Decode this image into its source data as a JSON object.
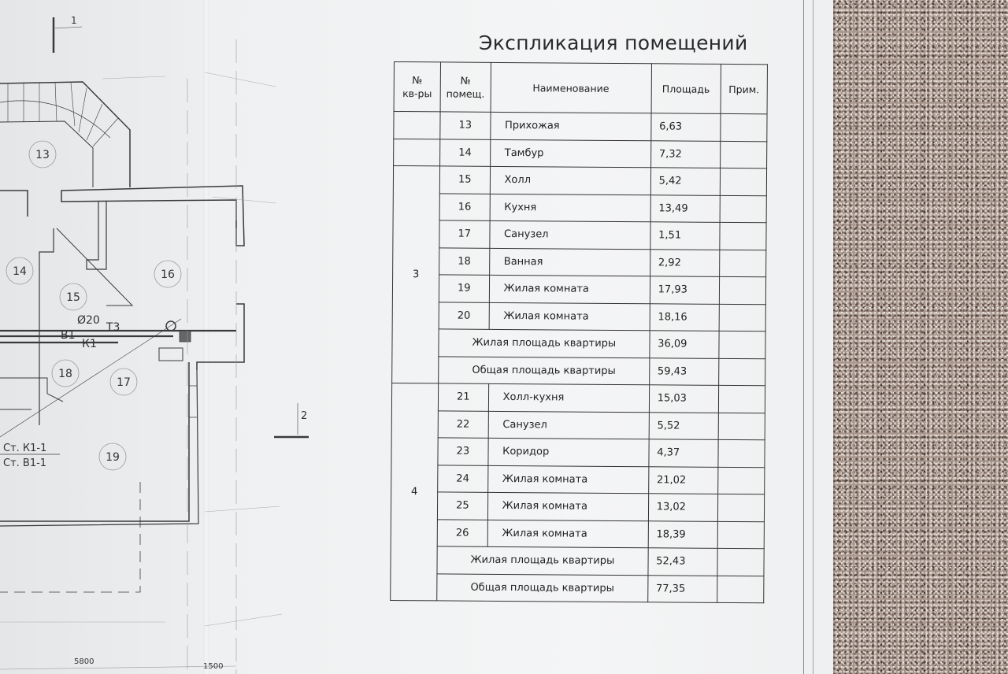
{
  "title": "Экспликация помещений",
  "table": {
    "headers": {
      "apt_line1": "№",
      "apt_line2": "кв-ры",
      "room_line1": "№",
      "room_line2": "помещ.",
      "name": "Наименование",
      "area": "Площадь",
      "note": "Прим."
    },
    "pre_rows": [
      {
        "no": "13",
        "name": "Прихожая",
        "area": "6,63"
      },
      {
        "no": "14",
        "name": "Тамбур",
        "area": "7,32"
      }
    ],
    "apartments": [
      {
        "number": "3",
        "rooms": [
          {
            "no": "15",
            "name": "Холл",
            "area": "5,42"
          },
          {
            "no": "16",
            "name": "Кухня",
            "area": "13,49"
          },
          {
            "no": "17",
            "name": "Санузел",
            "area": "1,51"
          },
          {
            "no": "18",
            "name": "Ванная",
            "area": "2,92"
          },
          {
            "no": "19",
            "name": "Жилая комната",
            "area": "17,93"
          },
          {
            "no": "20",
            "name": "Жилая комната",
            "area": "18,16"
          }
        ],
        "totals": [
          {
            "label": "Жилая площадь квартиры",
            "area": "36,09"
          },
          {
            "label": "Общая площадь квартиры",
            "area": "59,43"
          }
        ]
      },
      {
        "number": "4",
        "rooms": [
          {
            "no": "21",
            "name": "Холл-кухня",
            "area": "15,03"
          },
          {
            "no": "22",
            "name": "Санузел",
            "area": "5,52"
          },
          {
            "no": "23",
            "name": "Коридор",
            "area": "4,37"
          },
          {
            "no": "24",
            "name": "Жилая комната",
            "area": "21,02"
          },
          {
            "no": "25",
            "name": "Жилая комната",
            "area": "13,02"
          },
          {
            "no": "26",
            "name": "Жилая комната",
            "area": "18,39"
          }
        ],
        "totals": [
          {
            "label": "Жилая площадь квартиры",
            "area": "52,43"
          },
          {
            "label": "Общая площадь квартиры",
            "area": "77,35"
          }
        ]
      }
    ]
  },
  "plan": {
    "section_marks": {
      "top": "1",
      "right": "2"
    },
    "rooms": {
      "r13": "13",
      "r14": "14",
      "r15": "15",
      "r16": "16",
      "r17": "17",
      "r18": "18",
      "r19": "19"
    },
    "pipes": {
      "diameter": "Ø20",
      "t3": "Т3",
      "b1": "В1",
      "k1": "К1"
    },
    "risers": {
      "k1": "Ст. К1-1",
      "b1": "Ст. В1-1"
    },
    "dimensions": {
      "d1": "5800",
      "d2": "1500"
    }
  }
}
